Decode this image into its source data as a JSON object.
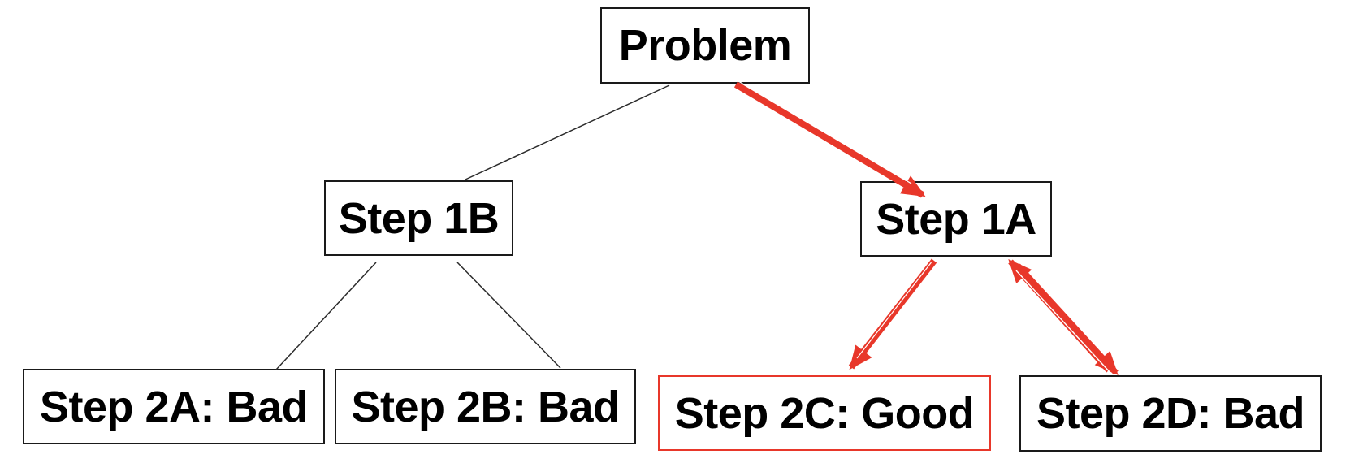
{
  "diagram": {
    "type": "tree",
    "nodes": {
      "problem": {
        "label": "Problem",
        "highlighted": false
      },
      "step1b": {
        "label": "Step 1B",
        "highlighted": false
      },
      "step1a": {
        "label": "Step 1A",
        "highlighted": false
      },
      "step2a": {
        "label": "Step 2A: Bad",
        "highlighted": false
      },
      "step2b": {
        "label": "Step 2B: Bad",
        "highlighted": false
      },
      "step2c": {
        "label": "Step 2C: Good",
        "highlighted": true
      },
      "step2d": {
        "label": "Step 2D: Bad",
        "highlighted": false
      }
    },
    "edges": [
      {
        "from": "problem",
        "to": "step1b",
        "style": "thin-black-line",
        "arrow": "none"
      },
      {
        "from": "problem",
        "to": "step1a",
        "style": "thick-red-arrow",
        "arrow": "forward"
      },
      {
        "from": "step1b",
        "to": "step2a",
        "style": "thin-black-line",
        "arrow": "none"
      },
      {
        "from": "step1b",
        "to": "step2b",
        "style": "thin-black-line",
        "arrow": "none"
      },
      {
        "from": "step1a",
        "to": "step2c",
        "style": "thick-red-arrow",
        "arrow": "forward"
      },
      {
        "from": "step1a",
        "to": "step2d",
        "style": "thick-red-arrow",
        "arrow": "bidirectional"
      }
    ],
    "colors": {
      "background": "#ffffff",
      "node_border": "#1a1a1a",
      "node_text": "#000000",
      "highlight_red": "#e8372a"
    }
  }
}
